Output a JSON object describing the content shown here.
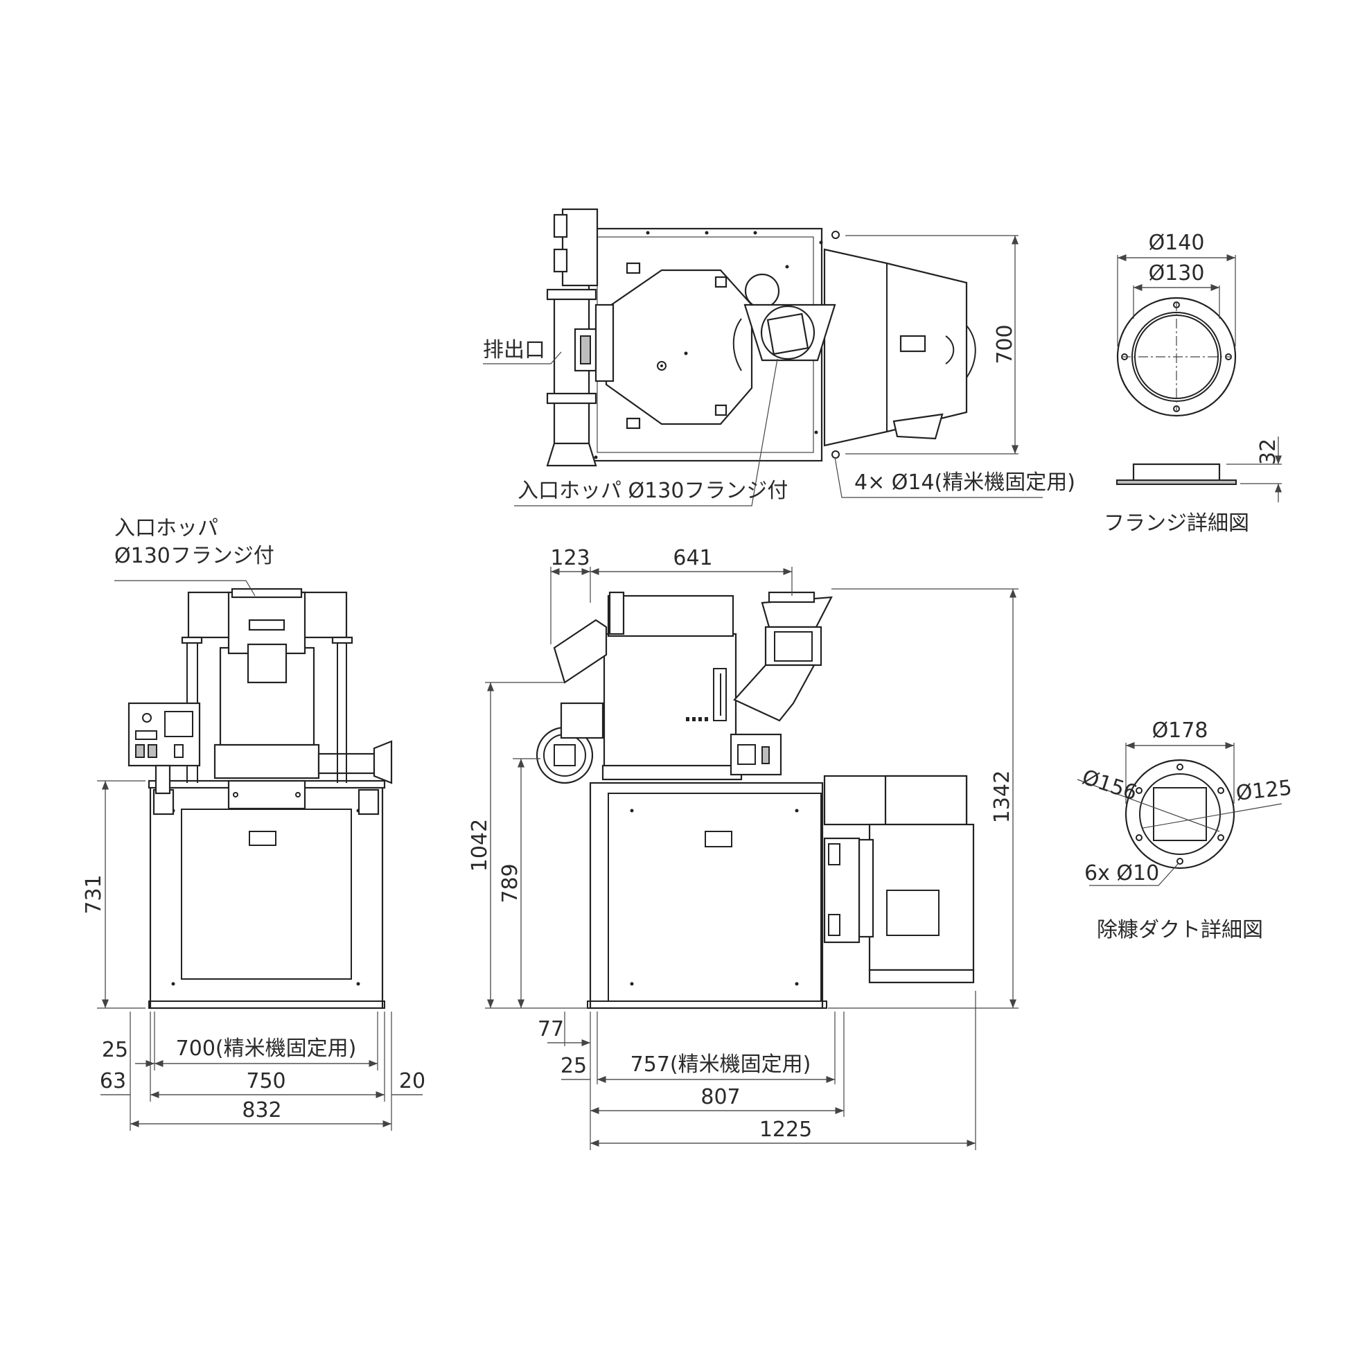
{
  "top_view": {
    "label_outlet": "排出口",
    "label_hopper": "入口ホッパ Ø130フランジ付",
    "label_holes": "4× Ø14(精米機固定用)",
    "dim_depth": "700"
  },
  "flange_detail": {
    "dim_outer": "Ø140",
    "dim_inner": "Ø130",
    "dim_height": "32",
    "title": "フランジ詳細図"
  },
  "front_view": {
    "label_hopper_line1": "入口ホッパ",
    "label_hopper_line2": "Ø130フランジ付",
    "dim_height": "731",
    "dim_25": "25",
    "dim_700": "700(精米機固定用)",
    "dim_63": "63",
    "dim_750": "750",
    "dim_20": "20",
    "dim_832": "832"
  },
  "side_view": {
    "dim_123": "123",
    "dim_641": "641",
    "dim_1342": "1342",
    "dim_1042": "1042",
    "dim_789": "789",
    "dim_77": "77",
    "dim_25": "25",
    "dim_757": "757(精米機固定用)",
    "dim_807": "807",
    "dim_1225": "1225"
  },
  "duct_detail": {
    "dim_178": "Ø178",
    "dim_156": "Ø156",
    "dim_125": "Ø125",
    "dim_holes": "6x Ø10",
    "title": "除糠ダクト詳細図"
  }
}
